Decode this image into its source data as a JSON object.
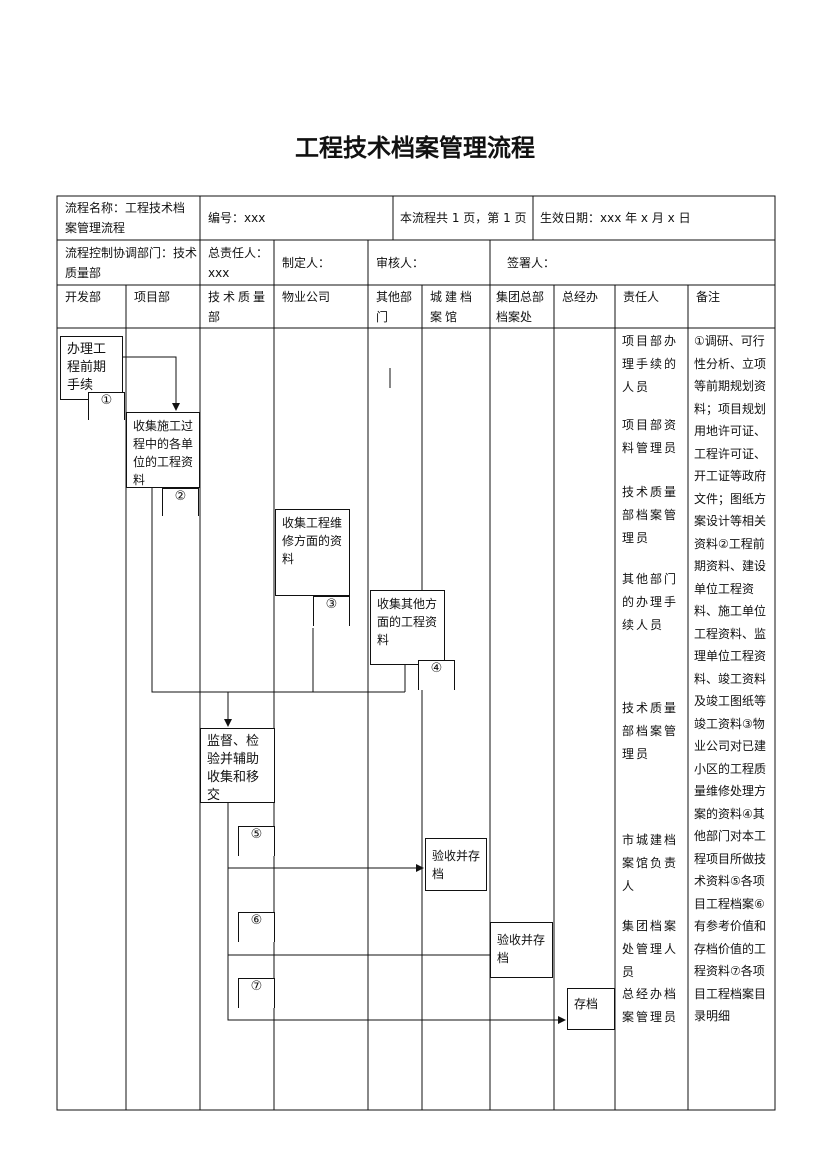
{
  "title": "工程技术档案管理流程",
  "header": {
    "process_name": "流程名称：工程技术档案管理流程",
    "number": "编号：xxx",
    "pages": "本流程共 1 页，第 1 页",
    "effective_date": "生效日期：xxx 年 x 月 x 日",
    "coord_dept": "流程控制协调部门：技术质量部",
    "chief": "总责任人：xxx",
    "maker": "制定人：",
    "reviewer": "审核人：",
    "signer": "签署人："
  },
  "columns": [
    "开发部",
    "项目部",
    "技术质量部",
    "物业公司",
    "其他部门",
    "城建档案馆",
    "集团总部档案处",
    "总经办",
    "责任人",
    "备注"
  ],
  "steps": {
    "s1": "办理工程前期手续",
    "s2": "收集施工过程中的各单位的工程资料",
    "s3": "收集工程维修方面的资料",
    "s4": "收集其他方面的工程资料",
    "s5": "监督、检验并辅助收集和移交",
    "s6": "验收并存档",
    "s7": "验收并存档",
    "s8": "存档"
  },
  "doc_tags": [
    "①",
    "②",
    "③",
    "④",
    "⑤",
    "⑥",
    "⑦"
  ],
  "responsible": [
    "项目部办理手续的人员",
    "项目部资料管理员",
    "技术质量部档案管理员",
    "其他部门的办理手续人员",
    "技术质量部档案管理员",
    "市城建档案馆负责人",
    "集团档案处管理人员",
    "总经办档案管理员"
  ],
  "notes": "①调研、可行性分析、立项等前期规划资料；项目规划用地许可证、工程许可证、开工证等政府文件；图纸方案设计等相关资料②工程前期资料、建设单位工程资料、施工单位工程资料、监理单位工程资料、竣工资料及竣工图纸等竣工资料③物业公司对已建小区的工程质量维修处理方案的资料④其他部门对本工程项目所做技术资料⑤各项目工程档案⑥有参考价值和存档价值的工程资料⑦各项目工程档案目录明细"
}
